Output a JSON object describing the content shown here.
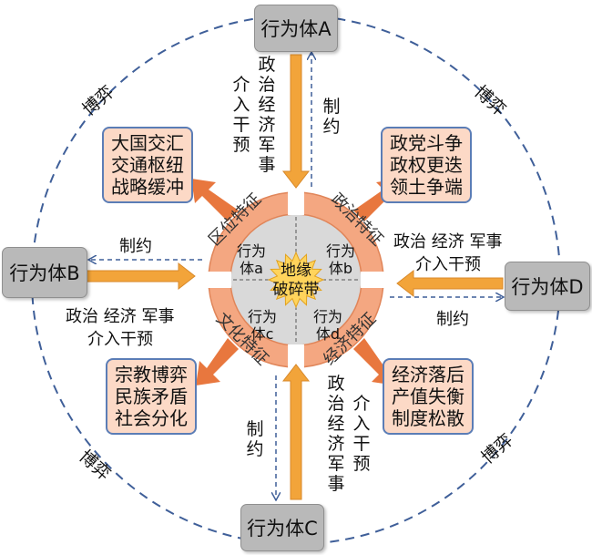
{
  "actors": {
    "a": "行为体A",
    "b": "行为体B",
    "c": "行为体C",
    "d": "行为体D"
  },
  "intervention": {
    "top_left": "政治经济军事",
    "top_right": "介入干预",
    "left_1": "政治 经济 军事",
    "left_2": "介入干预",
    "right_1": "政治 经济 军事",
    "right_2": "介入干预",
    "bottom_left": "政治经济军事",
    "bottom_right": "介入干预"
  },
  "constraint": {
    "top": "制约",
    "left": "制约",
    "right": "制约",
    "bottom": "制约"
  },
  "game_labels": [
    "博弈",
    "博弈",
    "博弈",
    "博弈"
  ],
  "ring": {
    "nw": "区位特征",
    "ne": "政治特征",
    "sw": "文化特征",
    "se": "经济特征"
  },
  "quadrants": {
    "a_1": "行为",
    "a_2": "体a",
    "b_1": "行为",
    "b_2": "体b",
    "c_1": "行为",
    "c_2": "体c",
    "d_1": "行为",
    "d_2": "体d"
  },
  "center": {
    "line1": "地缘",
    "line2": "破碎带"
  },
  "traits": {
    "location": [
      "大国交汇",
      "交通枢纽",
      "战略缓冲"
    ],
    "politics": [
      "政党斗争",
      "政权更迭",
      "领土争端"
    ],
    "culture": [
      "宗教博弈",
      "民族矛盾",
      "社会分化"
    ],
    "economy": [
      "经济落后",
      "产值失衡",
      "制度松散"
    ]
  },
  "colors": {
    "arrow": "#f2a43a",
    "ring": "#f4a781",
    "dash": "#3f5f99",
    "trait_fill": "#fcd9c6",
    "trait_border": "#5b7db6",
    "actor_fill": "#b9b9b9",
    "inner_disc": "#d9d9d9",
    "starburst": "#ffd45c"
  }
}
